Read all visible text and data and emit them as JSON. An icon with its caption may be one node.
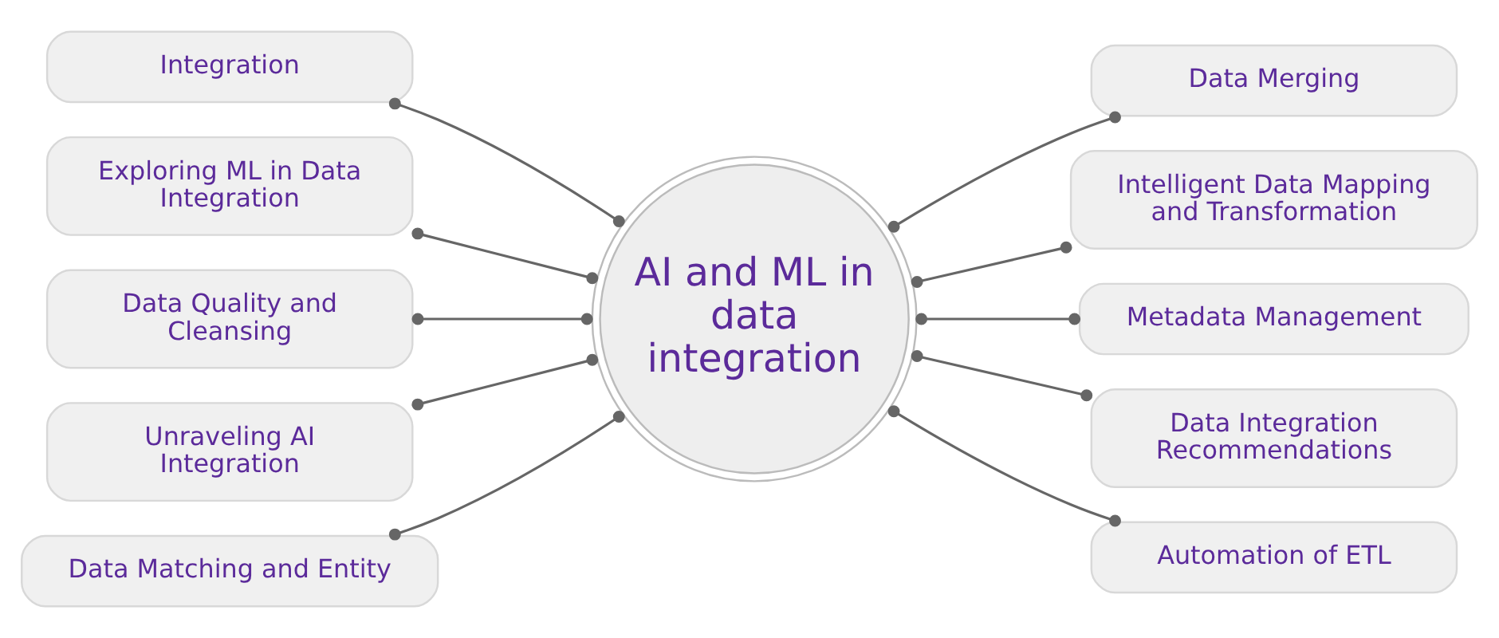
{
  "diagram": {
    "nodes": [
      {
        "text": [
          "Integration"
        ]
      },
      {
        "text": [
          "Data Merging"
        ]
      },
      {
        "text": [
          "Exploring ML in Data Integration"
        ]
      },
      {
        "text": [
          "Intelligent Data Mapping and Transformation"
        ]
      },
      {
        "text": [
          "Data Quality and Cleansing"
        ]
      },
      {
        "text": [
          "AI and ML in data integration"
        ]
      },
      {
        "text": [
          "Metadata Management"
        ]
      },
      {
        "text": [
          "Unraveling AI Integration"
        ]
      },
      {
        "text": [
          "Data Integration Recommendations"
        ]
      },
      {
        "text": [
          "Data Matching and Entity"
        ]
      },
      {
        "text": [
          "Automation of ETL"
        ]
      }
    ],
    "edges": [
      {
        "from": 0,
        "to": 5,
        "arrow": "other"
      },
      {
        "from": 5,
        "to": 1,
        "arrow": "other"
      },
      {
        "from": 2,
        "to": 5,
        "arrow": "other"
      },
      {
        "from": 5,
        "to": 3,
        "arrow": "other"
      },
      {
        "from": 4,
        "to": 5,
        "arrow": "other"
      },
      {
        "from": 5,
        "to": 6,
        "arrow": "other"
      },
      {
        "from": 7,
        "to": 5,
        "arrow": "other"
      },
      {
        "from": 5,
        "to": 8,
        "arrow": "other"
      },
      {
        "from": 9,
        "to": 5,
        "arrow": "other"
      },
      {
        "from": 5,
        "to": 10,
        "arrow": "other"
      }
    ]
  }
}
